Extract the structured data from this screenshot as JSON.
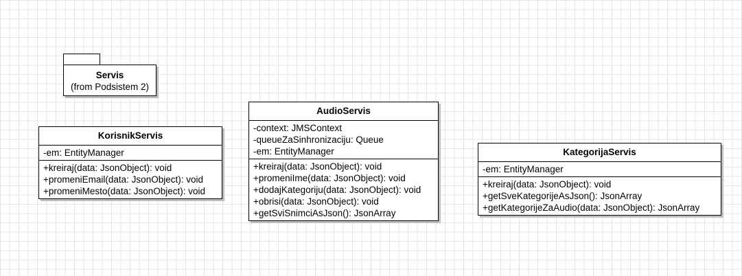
{
  "package": {
    "name": "Servis",
    "from": "(from Podsistem 2)"
  },
  "classes": [
    {
      "name": "KorisnikServis",
      "attributes": [
        "-em: EntityManager"
      ],
      "methods": [
        "+kreiraj(data: JsonObject): void",
        "+promeniEmail(data: JsonObject): void",
        "+promeniMesto(data: JsonObject): void"
      ]
    },
    {
      "name": "AudioServis",
      "attributes": [
        "-context: JMSContext",
        "-queueZaSinhronizaciju: Queue",
        "-em: EntityManager"
      ],
      "methods": [
        "+kreiraj(data: JsonObject): void",
        "+promeniIme(data: JsonObject): void",
        "+dodajKategoriju(data: JsonObject): void",
        "+obrisi(data: JsonObject): void",
        "+getSviSnimciAsJson(): JsonArray"
      ]
    },
    {
      "name": "KategorijaServis",
      "attributes": [
        "-em: EntityManager"
      ],
      "methods": [
        "+kreiraj(data: JsonObject): void",
        "+getSveKategorijeAsJson(): JsonArray",
        "+getKategorijeZaAudio(data: JsonObject): JsonArray"
      ]
    }
  ]
}
